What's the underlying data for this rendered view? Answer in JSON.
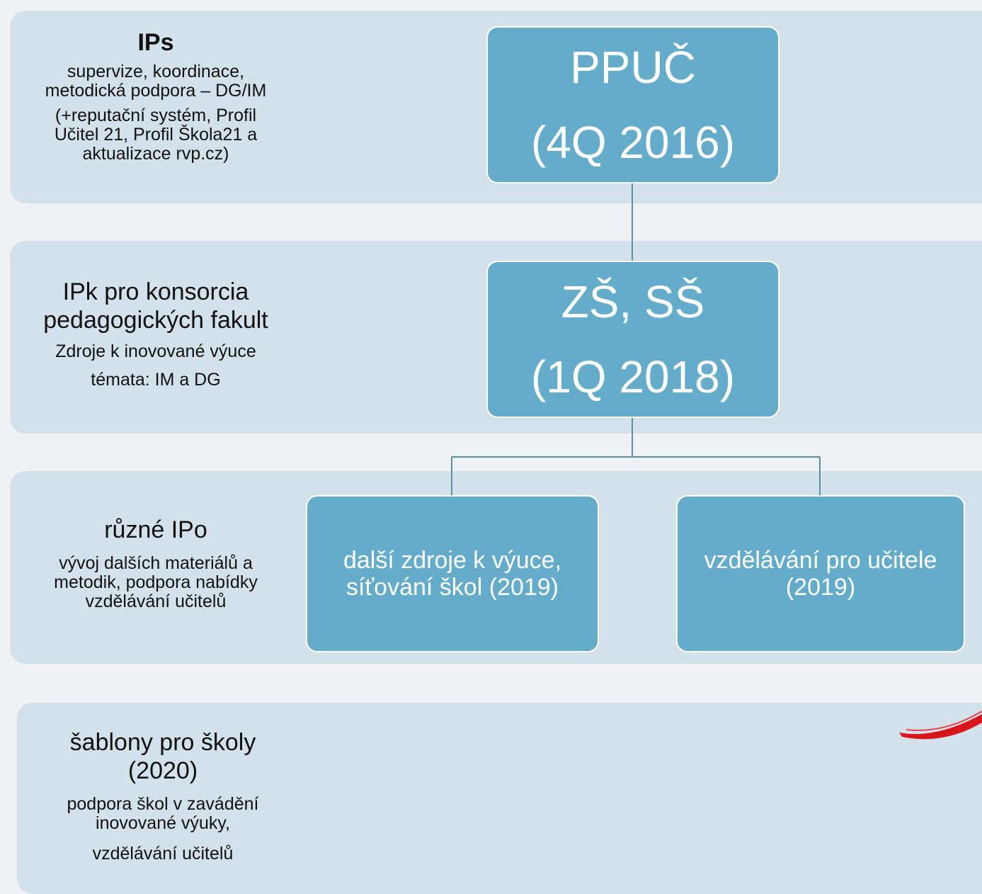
{
  "rows": [
    {
      "title": "IPs",
      "lines": [
        "supervize, koordinace,",
        "metodická podpora – DG/IM"
      ],
      "extra": [
        "(+reputační systém, Profil",
        "Učitel 21, Profil Škola21 a",
        "aktualizace rvp.cz)"
      ]
    },
    {
      "title_lines": [
        "IPk pro konsorcia",
        "pedagogických fakult"
      ],
      "lines": [
        "Zdroje k inovované výuce",
        "témata: IM a DG"
      ]
    },
    {
      "title": "různé IPo",
      "lines": [
        "vývoj dalších materiálů a",
        "metodik, podpora nabídky",
        "vzdělávání učitelů"
      ]
    },
    {
      "title_lines": [
        "šablony pro školy",
        "(2020)"
      ],
      "lines": [
        "podpora škol v zavádění",
        "inovované výuky,"
      ],
      "extra": [
        "vzdělávání učitelů"
      ]
    }
  ],
  "nodes": {
    "ppuc": [
      "PPUČ",
      "(4Q 2016)"
    ],
    "zs": [
      "ZŠ, SŠ",
      "(1Q 2018)"
    ],
    "dalsi": [
      "další zdroje k výuce,",
      "síťování škol (2019)"
    ],
    "vzdel": [
      "vzdělávání pro učitele",
      "(2019)"
    ]
  },
  "colors": {
    "band": "#d3e2ea",
    "node": "#64acca",
    "connector": "#5a8ea8",
    "brush": "#d8141c"
  }
}
